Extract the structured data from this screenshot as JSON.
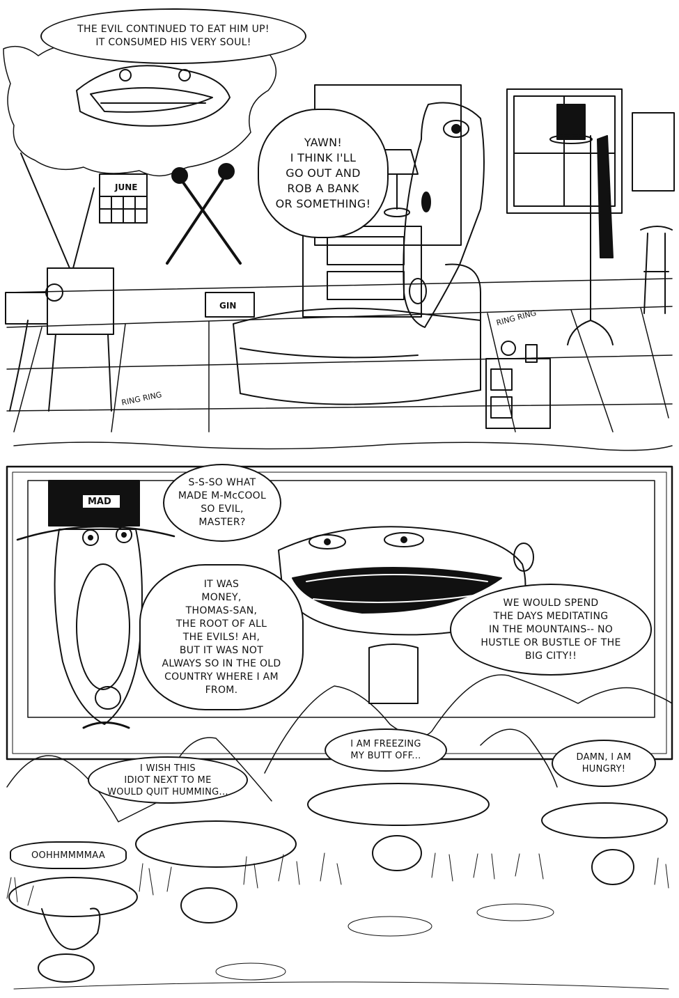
{
  "panel_top": {
    "narration": "THE EVIL CONTINUED TO EAT HIM UP!\nIT CONSUMED HIS VERY SOUL!",
    "speech": "YAWN!\nI THINK I'LL\nGO OUT AND\nROB A BANK\nOR SOMETHING!",
    "calendar_label": "JUNE",
    "gin_label": "GIN",
    "ring_left": "RING RING",
    "ring_right": "RING RING"
  },
  "panel_bottom": {
    "hat_label": "MAD",
    "speech_1": "S-S-SO WHAT\nMADE M-McCOOL\nSO EVIL,\nMASTER?",
    "speech_2": "IT WAS\nMONEY,\nTHOMAS-SAN,\nTHE ROOT OF ALL\nTHE EVILS!  AH,\nBUT IT WAS NOT\nALWAYS SO IN THE OLD\nCOUNTRY WHERE I AM\nFROM.",
    "speech_3": "WE WOULD SPEND\nTHE DAYS MEDITATING\nIN THE MOUNTAINS-- NO\nHUSTLE OR BUSTLE OF THE\nBIG CITY!!",
    "thought_1": "I WISH THIS\nIDIOT NEXT TO ME\nWOULD QUIT HUMMING...",
    "thought_2": "I AM FREEZING\nMY BUTT OFF...",
    "thought_3": "DAMN, I AM\nHUNGRY!",
    "hum": "OOHHMMMMAA"
  }
}
